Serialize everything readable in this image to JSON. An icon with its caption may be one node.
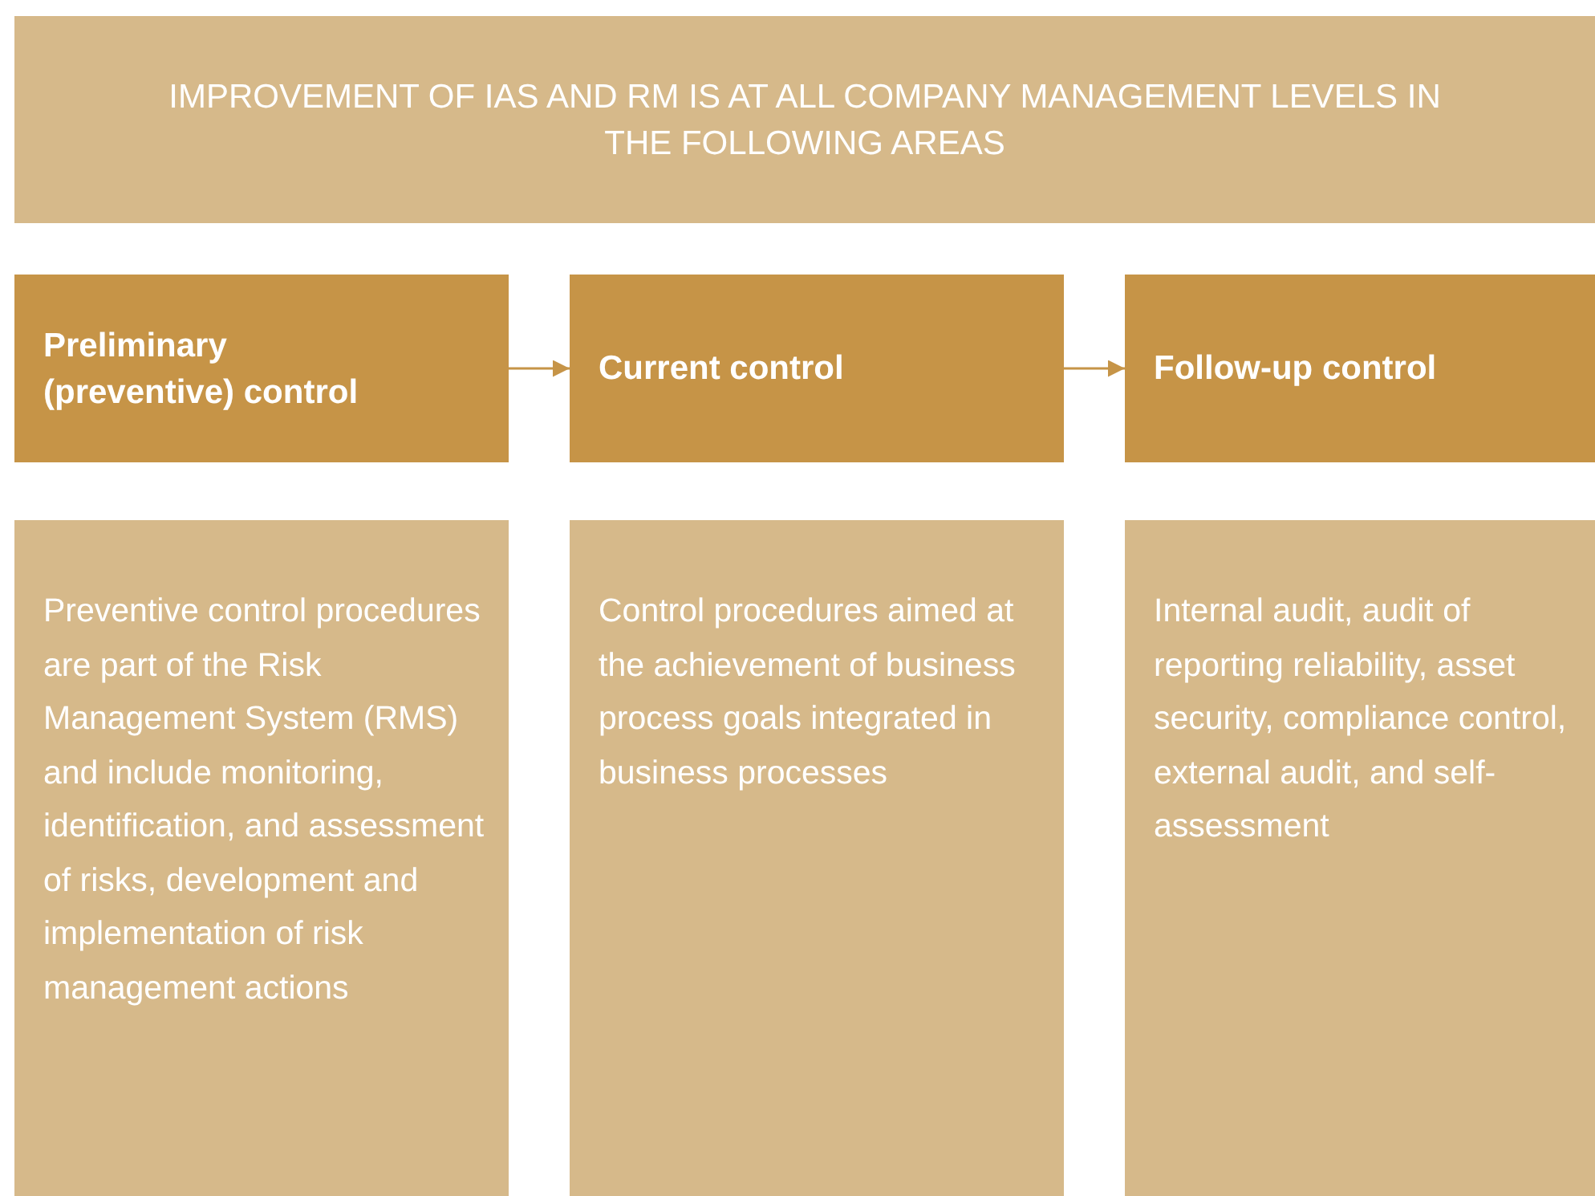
{
  "diagram": {
    "nodes": [
      {
        "text": [
          "IMPROVEMENT OF IAS AND RM IS AT ALL COMPANY MANAGEMENT LEVELS IN THE FOLLOWING AREAS"
        ]
      },
      {
        "text": [
          "Preliminary (preventive) control"
        ]
      },
      {
        "text": [
          "Current control"
        ]
      },
      {
        "text": [
          "Follow-up control"
        ]
      },
      {
        "text": [
          "Preventive control procedures are part of the Risk Management System (RMS) and include monitoring, identification, and assessment of risks, development and implementation of risk management actions"
        ]
      },
      {
        "text": [
          "Control procedures aimed at the achievement of business process goals integrated in business processes"
        ]
      },
      {
        "text": [
          "Internal audit, audit of reporting reliability, asset security, compliance control, external audit, and self-assessment"
        ]
      }
    ],
    "edges": [
      {
        "from": 1,
        "to": 2,
        "arrow": "to"
      },
      {
        "from": 2,
        "to": 3,
        "arrow": "to"
      }
    ]
  }
}
